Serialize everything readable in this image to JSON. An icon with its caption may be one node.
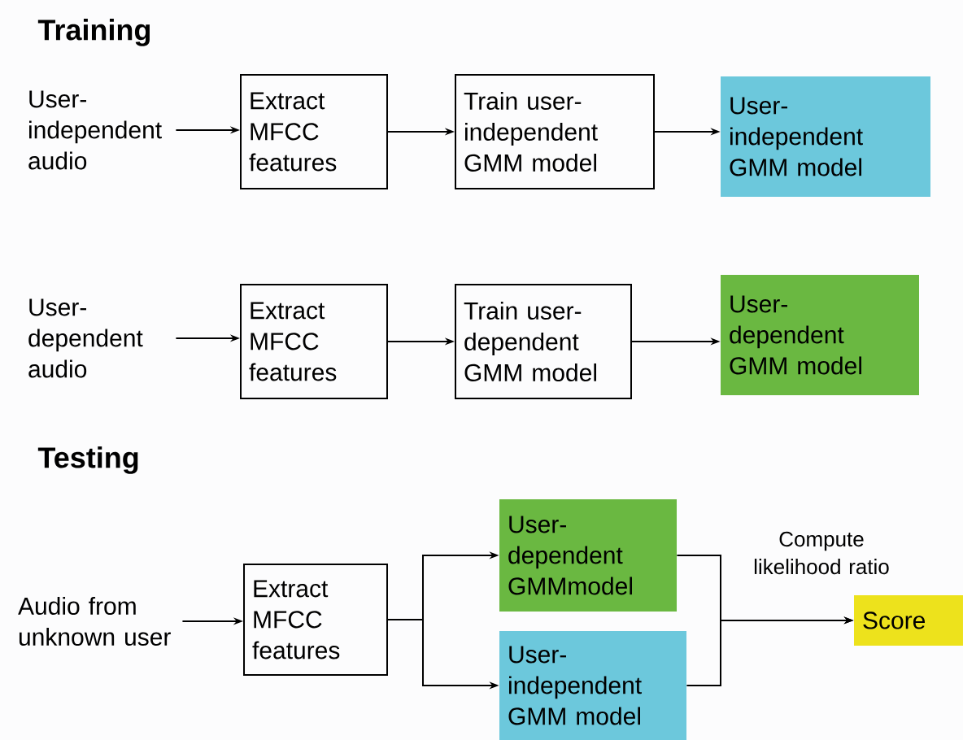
{
  "diagram": {
    "nodes": [
      {
        "text": [
          "User- independent audio"
        ]
      },
      {
        "text": [
          "Extract MFCC features"
        ]
      },
      {
        "text": [
          "Train user- independent GMM model"
        ]
      },
      {
        "text": [
          "User- independent GMM model"
        ]
      },
      {
        "text": [
          "User- dependent audio"
        ]
      },
      {
        "text": [
          "Extract MFCC features"
        ]
      },
      {
        "text": [
          "Train user- dependent GMM model"
        ]
      },
      {
        "text": [
          "User- dependent GMM model"
        ]
      },
      {
        "text": [
          "Audio from unknown user"
        ]
      },
      {
        "text": [
          "Extract MFCC features"
        ]
      },
      {
        "text": [
          "User- dependent GMMmodel"
        ]
      },
      {
        "text": [
          "User- independent GMM model"
        ]
      },
      {
        "text": [
          "Score"
        ]
      }
    ],
    "edges": [
      {
        "from": 0,
        "to": 1,
        "arrow": "to"
      },
      {
        "from": 1,
        "to": 2,
        "arrow": "to"
      },
      {
        "from": 2,
        "to": 3,
        "arrow": "to"
      },
      {
        "from": 4,
        "to": 5,
        "arrow": "to"
      },
      {
        "from": 5,
        "to": 6,
        "arrow": "to"
      },
      {
        "from": 6,
        "to": 7,
        "arrow": "to"
      },
      {
        "from": 8,
        "to": 9,
        "arrow": "to"
      },
      {
        "from": 9,
        "to": 10,
        "arrow": "to"
      },
      {
        "from": 9,
        "to": 11,
        "arrow": "to"
      },
      {
        "from": 10,
        "to": 12,
        "arrow": "to",
        "label": "Compute likelihood ratio"
      },
      {
        "from": 11,
        "to": 12,
        "arrow": "to"
      }
    ],
    "labels": [
      "Training",
      "Testing"
    ]
  }
}
